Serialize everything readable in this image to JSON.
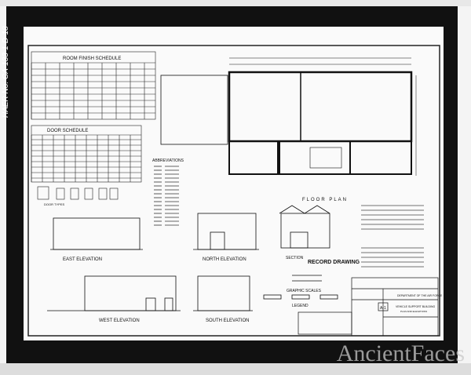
{
  "margin_label": "HAER No. CA-133-1-D-18",
  "schedules": {
    "room_finish": "ROOM FINISH SCHEDULE",
    "door": "DOOR SCHEDULE",
    "abbreviations": "ABBREVIATIONS",
    "door_types": "DOOR TYPES"
  },
  "views": {
    "floor_plan": "FLOOR PLAN",
    "east": "EAST ELEVATION",
    "north": "NORTH ELEVATION",
    "west": "WEST ELEVATION",
    "south": "SOUTH ELEVATION",
    "section": "SECTION",
    "record": "RECORD DRAWING",
    "scales": "GRAPHIC SCALES",
    "legend": "LEGEND"
  },
  "title_block": {
    "agency": "DEPARTMENT OF THE AIR FORCE",
    "sheet": "A-1",
    "title": "VEHICLE SUPPORT BUILDING",
    "subtitle": "PLAN AND ELEVATIONS"
  },
  "watermark": "AncientFaces"
}
